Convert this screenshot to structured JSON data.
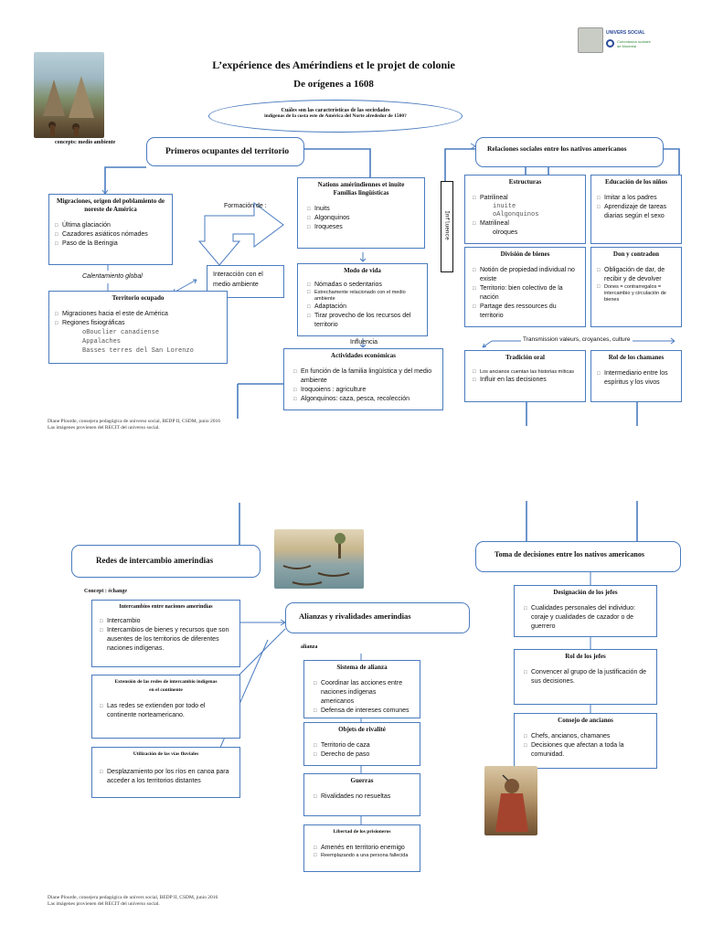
{
  "title": {
    "line1": "L’expérience des Amérindiens et le projet de colonie",
    "line2": "De orígenes a 1608"
  },
  "question": {
    "line1": "Cuáles son las características de las sociedades",
    "line2": "indígenas de la costa este de América del Norte alrededor de 1500?"
  },
  "logo": {
    "name": "UNIVERS SOCIAL",
    "sub": "Commission scolaire de Montréal"
  },
  "concepts_label": "concepts: medio ambiente",
  "primeros": "Primeros ocupantes del territorio",
  "relaciones": "Relaciones sociales entre los nativos americanos",
  "migraciones": {
    "title": "Migraciones, origen del poblamiento de noreste de América",
    "items": [
      "Última glaciación",
      "Cazadores asiáticos nómades",
      "Paso de la Beringia"
    ]
  },
  "formacion": "Formación de :",
  "naciones": {
    "title1": "Nations amérindiennes et inuite",
    "title2": "Familias lingüísticas",
    "items": [
      "Inuits",
      "Algonquinos",
      "Iroqueses"
    ]
  },
  "influence": "Influence",
  "calentamiento": "Calentamiento global",
  "interaccion": "Interacción con el medio ambiente",
  "territorio": {
    "title": "Territorio ocupado",
    "items": [
      "Migraciones hacia el este de América",
      "Regiones fisiográficas"
    ],
    "sub": [
      "oBouclier  canadiense",
      "Appalaches",
      "Basses  terres  del  San  Lorenzo"
    ]
  },
  "modo_vida": {
    "title": "Modo de vida",
    "items": [
      "Nómadas o sedentarios",
      "Estrechamente relacionado con el medio ambiente",
      "Adaptación",
      "Tirar provecho de los recursos del territorio"
    ]
  },
  "influencia": "Influencia",
  "actividades": {
    "title": "Actividades económicas",
    "items": [
      "En función de la familia lingüística y del medio ambiente",
      "Iroquoiens : agriculture",
      "Algonquinos: caza, pesca, recolección"
    ]
  },
  "estructuras": {
    "title": "Estructuras",
    "items": [
      "Patrilineal",
      "Matrilineal"
    ],
    "sub1": [
      "inuite",
      "oAlgonquinos"
    ],
    "sub2": [
      "oIroques"
    ]
  },
  "educacion": {
    "title": "Educación de los niños",
    "items": [
      "Imitar a los padres",
      "Aprendizaje de tareas diarias según el sexo"
    ]
  },
  "division": {
    "title": "División de bienes",
    "items": [
      "Notión de propiedad individual no existe",
      "Territorio: bien colectivo de la nación",
      "Partage des ressources du territorio"
    ]
  },
  "don": {
    "title": "Don y contradon",
    "items": [
      "Obligación de dar, de recibir y de devolver",
      "Dones = contrarregalos = intercambio y circulación de bienes"
    ]
  },
  "transmission": "Transmission valeurs, croyances, culture",
  "tradicion": {
    "title": "Tradición oral",
    "items": [
      "Los ancianos cuentan las historias míticas",
      "Influir en las decisiones"
    ]
  },
  "chamanes": {
    "title": "Rol de los chamanes",
    "items": [
      "Intermediario entre los espíritus y los vivos"
    ]
  },
  "credit1": {
    "line1": "Diane Plourde, consejera pedagógica de universo social, BEDP II, CSDM, junio 2016",
    "line2": "Las imágenes provienen del RECIT del universo social."
  },
  "redes": "Redes de intercambio amerindias",
  "toma": "Toma de decisiones entre los nativos americanos",
  "concept_echange": "Concept : échange",
  "intercambios": {
    "title": "Intercambios entre naciones amerindias",
    "items": [
      "Intercambio",
      "Intercambios de bienes y recursos que son ausentes de los territorios de diferentes naciones indígenas."
    ]
  },
  "alianzas": "Alianzas y rivalidades amerindias",
  "alianza_label": "alianza",
  "extension": {
    "title1": "Extensión de las redes de intercambio indígenas",
    "title2": "en el continente",
    "items": [
      "Las redes se extienden por todo el continente norteamericano."
    ]
  },
  "utilizacion": {
    "title": "Utilización de las vías fluviales",
    "items": [
      "Desplazamiento por los ríos en canoa para acceder a los territorios distantes"
    ]
  },
  "sistema": {
    "title": "Sistema de alianza",
    "items": [
      "Coordinar las acciones entre naciones indígenas americanos",
      "Defensa de intereses comunes"
    ]
  },
  "objets": {
    "title": "Objets de rivalité",
    "items": [
      "Territorio de caza",
      "Derecho de paso"
    ]
  },
  "guerras": {
    "title": "Guerras",
    "items": [
      "Rivalidades no resueltas"
    ]
  },
  "libertad": {
    "title": "Libertad de los prisioneros",
    "items": [
      "Amenés en territorio enemigo",
      "Reemplazando a una persona fallecida"
    ]
  },
  "designacion": {
    "title": "Designación de los jefes",
    "items": [
      "Cualidades personales del individuo: coraje y cualidades de cazador o de guerrero"
    ]
  },
  "rol_jefes": {
    "title": "Rol de los jefes",
    "items": [
      "Convencer al grupo de la justificación de sus decisiones."
    ]
  },
  "consejo": {
    "title": "Consejo de ancianos",
    "items": [
      "Chefs, ancianos, chamanes",
      "Decisiones que afectan a toda la comunidad."
    ]
  },
  "credit2": {
    "line1": "Diane Plourde, consejera pedagógica de univers social, BEDP II, CSDM, junio 2016",
    "line2": "Las imágenes provienen del RECIT del universo social."
  }
}
